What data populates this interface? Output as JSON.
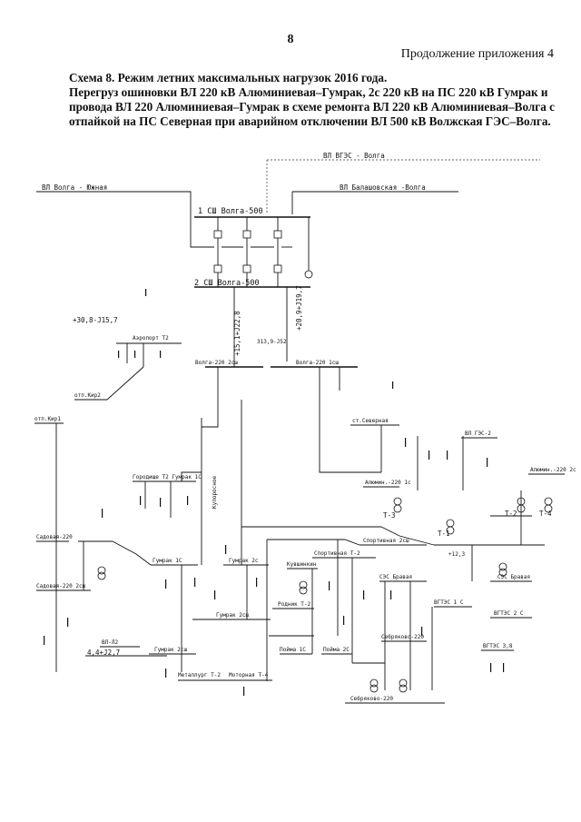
{
  "page": {
    "number": "8",
    "appendix": "Продолжение приложения 4",
    "caption_line1": "Схема 8.   Режим летних максимальных нагрузок 2016 года.",
    "caption_line2": "Перегруз ошиновки ВЛ 220 кВ Алюминиевая–Гумрак, 2с 220 кВ на ПС 220 кВ Гумрак и провода ВЛ 220 Алюминиевая–Гумрак в схеме ремонта ВЛ 220 кВ Алюминиевая–Волга с отпайкой на ПС Северная при аварийном отключении ВЛ 500 кВ Волжская ГЭС–Волга."
  },
  "diagram": {
    "lines": {
      "vges_volga": "ВЛ ВГЭС - Волга",
      "volga_yuzhnaya": "ВЛ Волга - Южная",
      "balashovskaya_volga": "ВЛ Балашовская -Волга"
    },
    "buses": {
      "bus1": "1 СШ Волга-500",
      "bus2": "2 СШ Волга-500",
      "volga220_2": "Волга-220 2сш",
      "volga220_1": "Волга-220 1сш"
    },
    "flows": {
      "f1": "+30,8-J15,7",
      "f2": "+15,1+J22,8",
      "f3": "+20,9+J19,7",
      "f4": "313,9-J52"
    },
    "nodes": {
      "aeroport": "Аэропорт Т2",
      "otp_kir2": "отп.Кир2",
      "otp_kir1": "отп.Кир1",
      "severnaya": "ст.Северная",
      "vges2": "ВЛ ГЭС-2",
      "alyum2c": "Алюмин.-220 2с",
      "alyum1c": "Алюмин.-220 1с",
      "gorodishche": "Городище Т2 Гумрак 1С",
      "kuporosnoe": "Купоросное",
      "sadovaya": "Садовая-220",
      "sadovaya2": "Садовая-220 2сш",
      "gumrak1c": "Гумрак 1С",
      "gumrak2c": "Гумрак 2с",
      "gumrak2": "Гумрак 2сш",
      "sportivnaya": "Спортивная Т-2",
      "sportivnaya2": "Спортивная 2сш",
      "kuvshinkin": "Кувшинкин",
      "rodnik": "Родник Т-2",
      "poyma1": "Пойма 1С",
      "poyma2": "Пойма 2С",
      "zero": "СЭС Бравая",
      "sbravaya": "СЭС Бравая",
      "tr": "Т-1",
      "tr2": "Т-2",
      "tr3": "Т-3",
      "tr4": "Т-4",
      "metallurg": "Металлург Т-2",
      "motornaya": "Моторная Т-4",
      "vgtes": "ВГТЭС 1 С",
      "vgtes2": "ВГТЭС 2 С",
      "vgtes3": "ВГТЭС 3,8",
      "sebryakovo": "Себряково-220",
      "vl_vsh": "ВЛ-Л2",
      "flow_gum": "4,4+J2,7",
      "flow_sev": "+12,3"
    }
  }
}
